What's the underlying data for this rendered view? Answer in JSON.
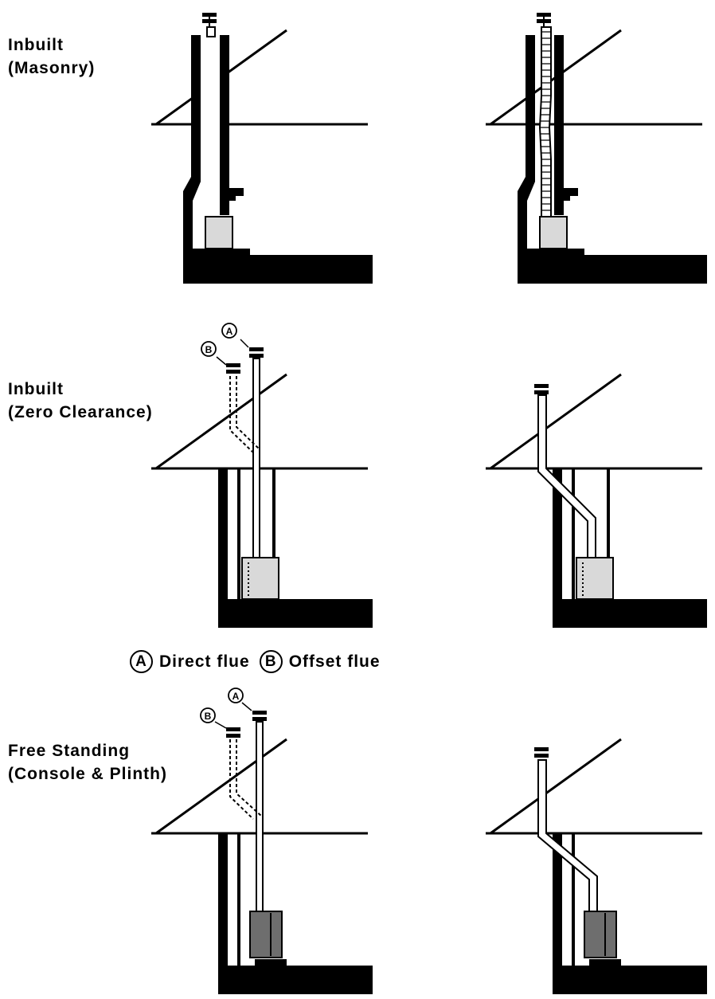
{
  "rows": [
    {
      "line1": "Inbuilt",
      "line2": "(Masonry)"
    },
    {
      "line1": "Inbuilt",
      "line2": "(Zero Clearance)"
    },
    {
      "line1": "Free Standing",
      "line2": "(Console & Plinth)"
    }
  ],
  "legend": {
    "a_letter": "A",
    "a_text": "Direct flue",
    "b_letter": "B",
    "b_text": "Offset flue"
  },
  "callouts": {
    "a": "A",
    "b": "B"
  },
  "colors": {
    "ink": "#000000",
    "appliance": "#d9d9d9",
    "stove": "#6e6e6e"
  }
}
